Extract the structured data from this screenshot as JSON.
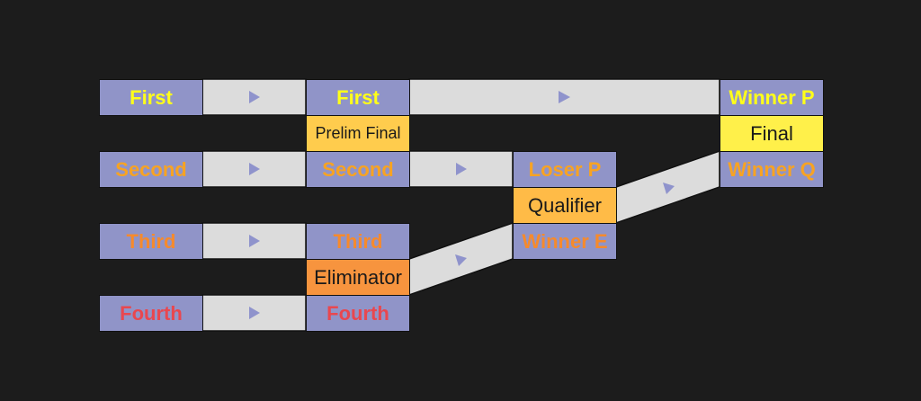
{
  "colors": {
    "background": "#1c1c1c",
    "team_cell": "#9094c8",
    "connector": "#dcdcdc",
    "arrow": "#8f93cc",
    "first": "#ffff1a",
    "second": "#f7a323",
    "third": "#f68a2c",
    "fourth": "#e9474f",
    "prelim_final_bg": "#ffcc4d",
    "eliminator_bg": "#f7943e",
    "qualifier_bg": "#ffbb47",
    "final_bg": "#fff04a"
  },
  "round1": [
    {
      "label": "First",
      "color": "first"
    },
    {
      "label": "Second",
      "color": "second"
    },
    {
      "label": "Third",
      "color": "third"
    },
    {
      "label": "Fourth",
      "color": "fourth"
    }
  ],
  "round2": [
    {
      "label": "First",
      "color": "first"
    },
    {
      "label": "Second",
      "color": "second"
    },
    {
      "label": "Third",
      "color": "third"
    },
    {
      "label": "Fourth",
      "color": "fourth"
    }
  ],
  "matches": {
    "prelim_final": "Prelim Final",
    "eliminator": "Eliminator",
    "qualifier": "Qualifier",
    "final": "Final"
  },
  "round3": {
    "loser_p": "Loser P",
    "winner_e": "Winner E"
  },
  "round4": {
    "winner_p": "Winner P",
    "winner_q": "Winner Q"
  },
  "arrow_glyph": "►"
}
